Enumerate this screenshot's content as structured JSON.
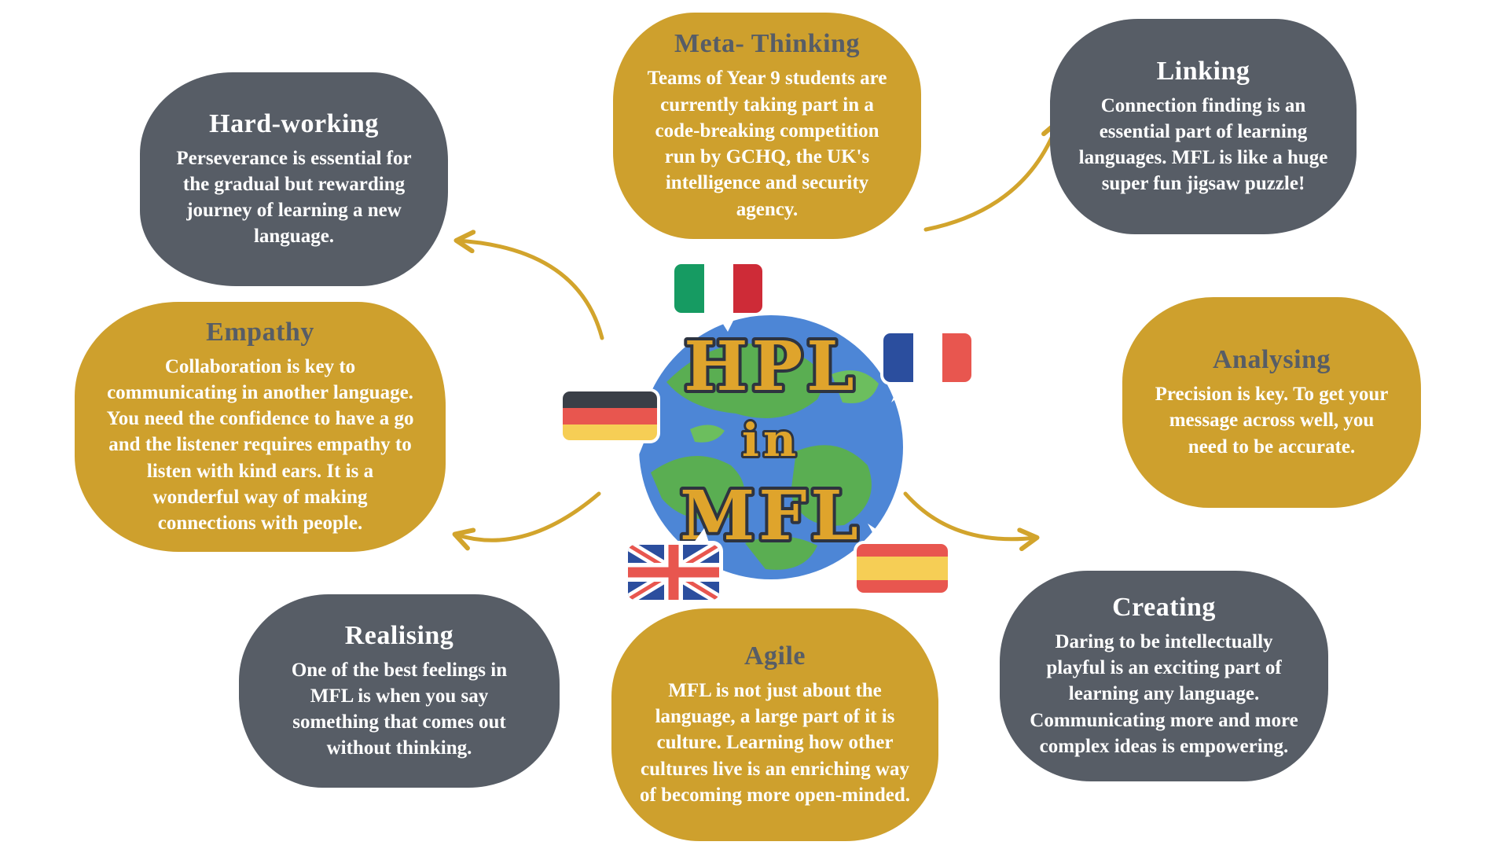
{
  "center": {
    "title_line1": "HPL",
    "title_line2": "in",
    "title_line3": "MFL",
    "illustration": "globe-with-language-flag-speech-bubbles",
    "flag_icons": [
      "italian-flag-icon",
      "french-flag-icon",
      "german-flag-icon",
      "uk-flag-icon",
      "spanish-flag-icon"
    ]
  },
  "colors": {
    "gold": "#CEA02D",
    "dark_gray": "#575D66",
    "arrow_gold": "#D2A42C",
    "title_fill": "#DFA42C",
    "title_outline": "#2E3440"
  },
  "blobs": {
    "hard_working": {
      "title": "Hard-working",
      "body": "Perseverance is essential for the gradual but rewarding journey of learning a new language."
    },
    "meta_thinking": {
      "title": "Meta- Thinking",
      "body": "Teams of Year 9 students are currently taking part in a code-breaking competition run by GCHQ, the UK's intelligence and security agency."
    },
    "linking": {
      "title": "Linking",
      "body": "Connection finding is an essential part of learning languages. MFL is like a huge super fun jigsaw puzzle!"
    },
    "empathy": {
      "title": "Empathy",
      "body": "Collaboration is key to communicating in another language. You need the confidence to have a go and the listener requires empathy to listen with kind ears. It is a wonderful way of making connections with people."
    },
    "analysing": {
      "title": "Analysing",
      "body": "Precision is key. To get your message across well, you need to be accurate."
    },
    "realising": {
      "title": "Realising",
      "body": "One of the best feelings in MFL is when you say something that comes out without thinking."
    },
    "agile": {
      "title": "Agile",
      "body": "MFL is not just about the language, a large part of it is culture. Learning how other cultures live is an enriching way of becoming more open-minded."
    },
    "creating": {
      "title": "Creating",
      "body": "Daring to be intellectually playful is an exciting part of learning any language. Communicating more and more complex ideas is empowering."
    }
  }
}
